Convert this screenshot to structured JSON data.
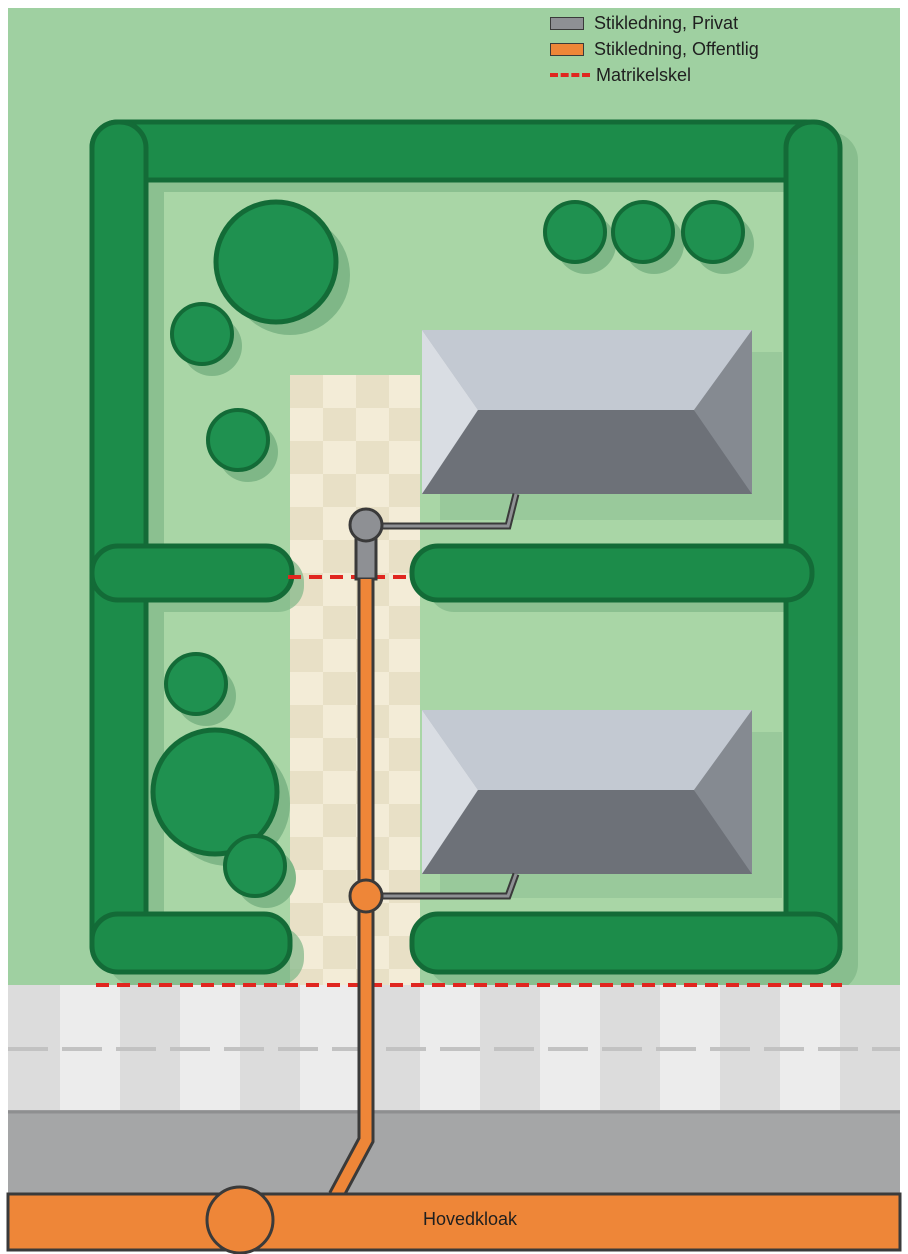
{
  "legend": {
    "items": [
      {
        "label": "Stikledning, Privat",
        "kind": "swatch",
        "color": "#8e9094"
      },
      {
        "label": "Stikledning, Offentlig",
        "kind": "swatch",
        "color": "#ee8638"
      },
      {
        "label": "Matrikelskel",
        "kind": "dash",
        "color": "#e0261f"
      }
    ]
  },
  "main_sewer": {
    "label": "Hovedkloak"
  },
  "colors": {
    "lawn": "#a9d6a6",
    "lawn_outside": "#9fd0a1",
    "hedge": "#1c8c4a",
    "hedge_dark": "#136b37",
    "private_pipe": "#8e9094",
    "public_pipe": "#ee8638",
    "boundary": "#e0261f",
    "roof_light": "#b9c0c9",
    "roof_dark": "#6f7379",
    "sidewalk": "#e6e6e6",
    "road": "#a5a6a7"
  }
}
